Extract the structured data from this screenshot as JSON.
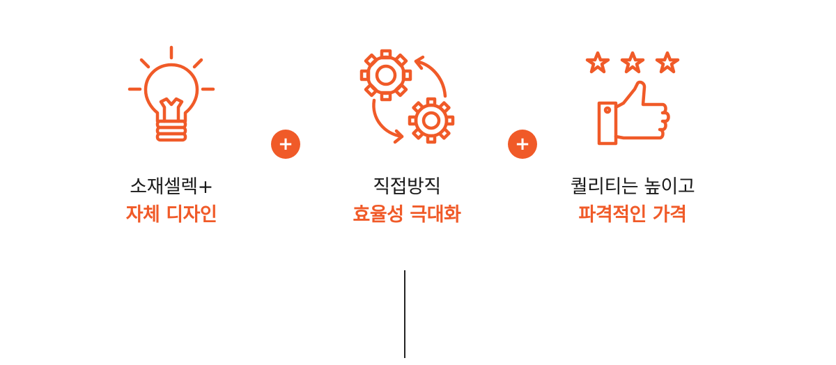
{
  "accent_color": "#f05a28",
  "features": [
    {
      "icon": "lightbulb-icon",
      "line1": "소재셀렉+",
      "line2": "자체 디자인"
    },
    {
      "icon": "gears-cycle-icon",
      "line1": "직접방직",
      "line2": "효율성 극대화"
    },
    {
      "icon": "thumbs-up-stars-icon",
      "line1": "퀄리티는 높이고",
      "line2": "파격적인 가격"
    }
  ],
  "connectors": [
    "+",
    "+"
  ]
}
